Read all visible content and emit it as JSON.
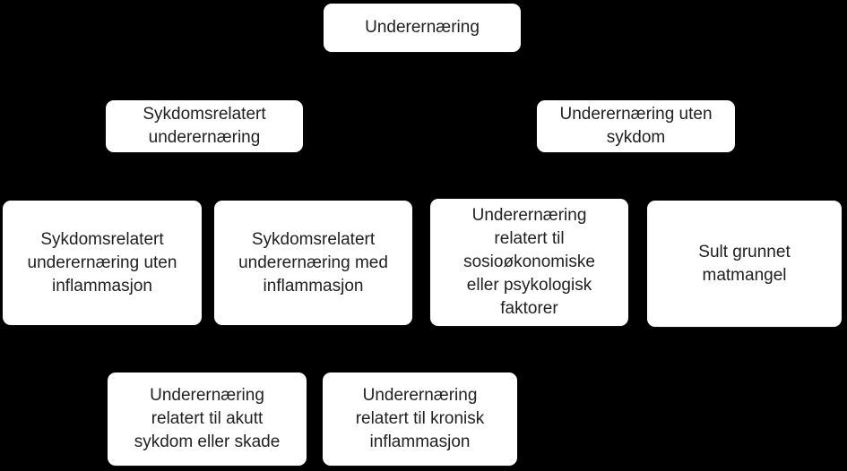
{
  "diagram": {
    "type": "tree",
    "language": "no",
    "background_color": "#000000",
    "node_fill_color": "#ffffff",
    "node_text_color": "#212121",
    "connectors_visible": false,
    "nodes": [
      {
        "id": "underernaering",
        "level": 1,
        "label": "Underernæring"
      },
      {
        "id": "sykdomsrelatert-underernaering",
        "level": 2,
        "label": "Sykdomsrelatert\nunderernæring"
      },
      {
        "id": "underernaering-uten-sykdom",
        "level": 2,
        "label": "Underernæring uten\nsykdom"
      },
      {
        "id": "sykdomsrelatert-uten-inflammasjon",
        "level": 3,
        "label": "Sykdomsrelatert\nunderernæring uten\ninflammasjon"
      },
      {
        "id": "sykdomsrelatert-med-inflammasjon",
        "level": 3,
        "label": "Sykdomsrelatert\nunderernæring med\ninflammasjon"
      },
      {
        "id": "underernaering-sosiookonomisk",
        "level": 3,
        "label": "Underernæring\nrelatert til\nsosioøkonomiske\neller psykologisk\nfaktorer"
      },
      {
        "id": "sult-grunnet-matmangel",
        "level": 3,
        "label": "Sult grunnet\nmatmangel"
      },
      {
        "id": "underernaering-akutt-sykdom",
        "level": 4,
        "label": "Underernæring\nrelatert til akutt\nsykdom eller skade"
      },
      {
        "id": "underernaering-kronisk-inflammasjon",
        "level": 4,
        "label": "Underernæring\nrelatert til kronisk\ninflammasjon"
      }
    ]
  }
}
